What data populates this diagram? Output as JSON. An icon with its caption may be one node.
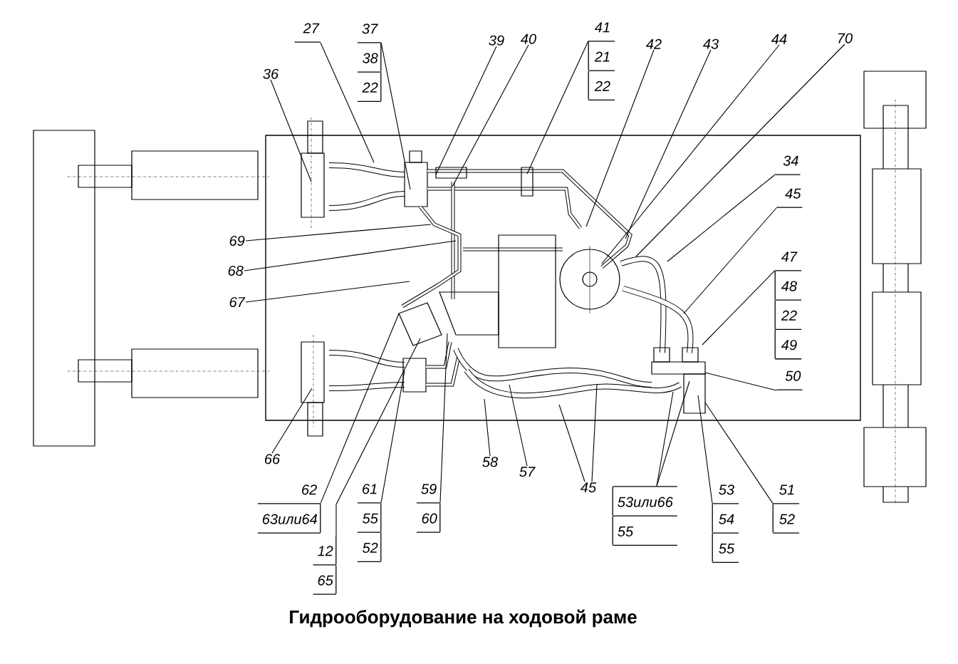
{
  "diagram": {
    "caption": "Гидрооборудование на ходовой раме",
    "nodes": [
      {
        "text": [
          "27"
        ]
      },
      {
        "text": [
          "37",
          "38",
          "22"
        ]
      },
      {
        "text": [
          "36"
        ]
      },
      {
        "text": [
          "39"
        ]
      },
      {
        "text": [
          "40"
        ]
      },
      {
        "text": [
          "41",
          "21",
          "22"
        ]
      },
      {
        "text": [
          "42"
        ]
      },
      {
        "text": [
          "43"
        ]
      },
      {
        "text": [
          "44"
        ]
      },
      {
        "text": [
          "70"
        ]
      },
      {
        "text": [
          "34"
        ]
      },
      {
        "text": [
          "45"
        ]
      },
      {
        "text": [
          "47",
          "48",
          "22",
          "49"
        ]
      },
      {
        "text": [
          "50"
        ]
      },
      {
        "text": [
          "51",
          "52"
        ]
      },
      {
        "text": [
          "53",
          "54",
          "55"
        ]
      },
      {
        "text": [
          "53или66",
          "55"
        ]
      },
      {
        "text": [
          "45"
        ]
      },
      {
        "text": [
          "57"
        ]
      },
      {
        "text": [
          "58"
        ]
      },
      {
        "text": [
          "59",
          "60"
        ]
      },
      {
        "text": [
          "61",
          "55",
          "52"
        ]
      },
      {
        "text": [
          "12",
          "65"
        ]
      },
      {
        "text": [
          "62",
          "63или64"
        ]
      },
      {
        "text": [
          "66"
        ]
      },
      {
        "text": [
          "67"
        ]
      },
      {
        "text": [
          "68"
        ]
      },
      {
        "text": [
          "69"
        ]
      }
    ],
    "edges": [
      {
        "from": 0,
        "to": null,
        "arrow": "none"
      },
      {
        "from": 1,
        "to": null,
        "arrow": "none"
      },
      {
        "from": 2,
        "to": null,
        "arrow": "none"
      },
      {
        "from": 3,
        "to": null,
        "arrow": "none"
      },
      {
        "from": 4,
        "to": null,
        "arrow": "none"
      },
      {
        "from": 5,
        "to": null,
        "arrow": "none"
      },
      {
        "from": 6,
        "to": null,
        "arrow": "none"
      },
      {
        "from": 7,
        "to": null,
        "arrow": "none"
      },
      {
        "from": 8,
        "to": null,
        "arrow": "none"
      },
      {
        "from": 9,
        "to": null,
        "arrow": "none"
      },
      {
        "from": 10,
        "to": null,
        "arrow": "none"
      },
      {
        "from": 11,
        "to": null,
        "arrow": "none"
      },
      {
        "from": 12,
        "to": null,
        "arrow": "none"
      },
      {
        "from": 13,
        "to": null,
        "arrow": "none"
      },
      {
        "from": 14,
        "to": null,
        "arrow": "none"
      },
      {
        "from": 15,
        "to": null,
        "arrow": "none"
      },
      {
        "from": 16,
        "to": null,
        "arrow": "none"
      },
      {
        "from": 16,
        "to": null,
        "arrow": "none"
      },
      {
        "from": 17,
        "to": null,
        "arrow": "none"
      },
      {
        "from": 17,
        "to": null,
        "arrow": "none"
      },
      {
        "from": 18,
        "to": null,
        "arrow": "none"
      },
      {
        "from": 19,
        "to": null,
        "arrow": "none"
      },
      {
        "from": 20,
        "to": null,
        "arrow": "none"
      },
      {
        "from": 21,
        "to": null,
        "arrow": "none"
      },
      {
        "from": 22,
        "to": null,
        "arrow": "none"
      },
      {
        "from": 23,
        "to": null,
        "arrow": "none"
      },
      {
        "from": 24,
        "to": null,
        "arrow": "none"
      },
      {
        "from": 25,
        "to": null,
        "arrow": "none"
      },
      {
        "from": 26,
        "to": null,
        "arrow": "none"
      },
      {
        "from": 27,
        "to": null,
        "arrow": "none"
      }
    ]
  }
}
